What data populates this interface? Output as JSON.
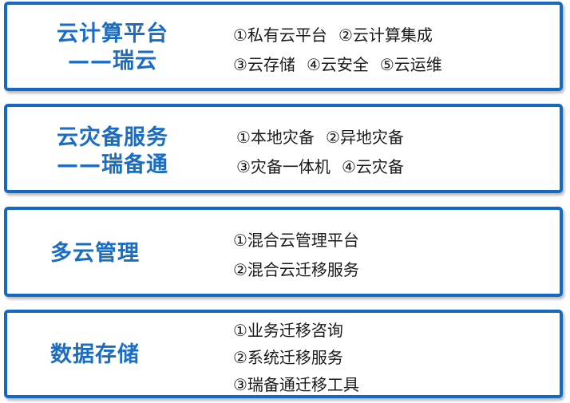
{
  "colors": {
    "border": "#1569c1",
    "title": "#1a6dc3",
    "text": "#1a1a1a"
  },
  "cards": [
    {
      "title_lines": [
        "云计算平台",
        "——瑞云"
      ],
      "item_lines": [
        [
          "①私有云平台",
          "②云计算集成"
        ],
        [
          "③云存储",
          "④云安全",
          "⑤云运维"
        ]
      ]
    },
    {
      "title_lines": [
        "云灾备服务",
        "——瑞备通"
      ],
      "item_lines": [
        [
          "①本地灾备",
          "②异地灾备"
        ],
        [
          "③灾备一体机",
          "④云灾备"
        ]
      ]
    },
    {
      "title_lines": [
        "多云管理"
      ],
      "item_lines": [
        [
          "①混合云管理平台"
        ],
        [
          "②混合云迁移服务"
        ]
      ]
    },
    {
      "title_lines": [
        "数据存储"
      ],
      "item_lines": [
        [
          "①业务迁移咨询"
        ],
        [
          "②系统迁移服务"
        ],
        [
          "③瑞备通迁移工具"
        ]
      ]
    }
  ]
}
